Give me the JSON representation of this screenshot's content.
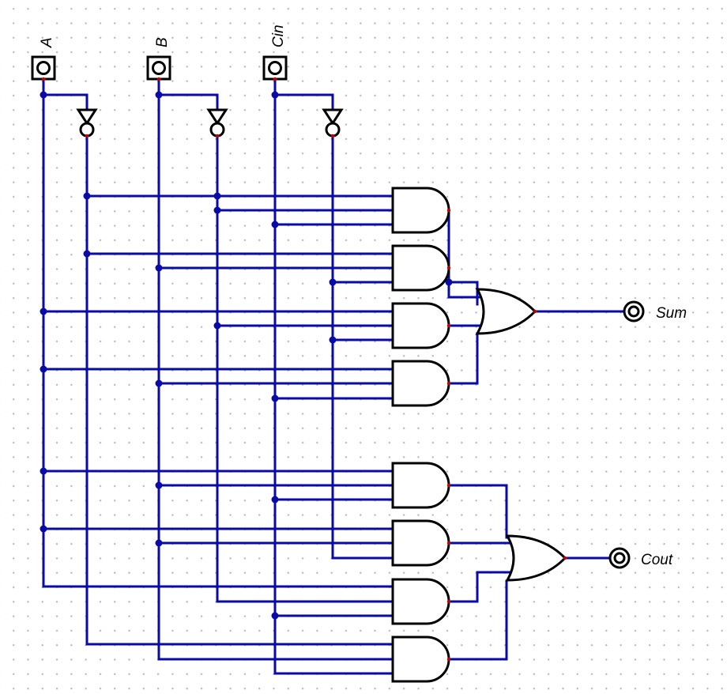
{
  "inputs": [
    {
      "id": "a",
      "label": "A"
    },
    {
      "id": "b",
      "label": "B"
    },
    {
      "id": "cin",
      "label": "Cin"
    }
  ],
  "outputs": [
    {
      "id": "sum",
      "label": "Sum"
    },
    {
      "id": "cout",
      "label": "Cout"
    }
  ],
  "colors": {
    "wire": "#0a0aa8",
    "gate_outline": "#000000",
    "pin_dot": "#c00000"
  },
  "gates": {
    "not": 3,
    "and3": 8,
    "or4": 2
  }
}
